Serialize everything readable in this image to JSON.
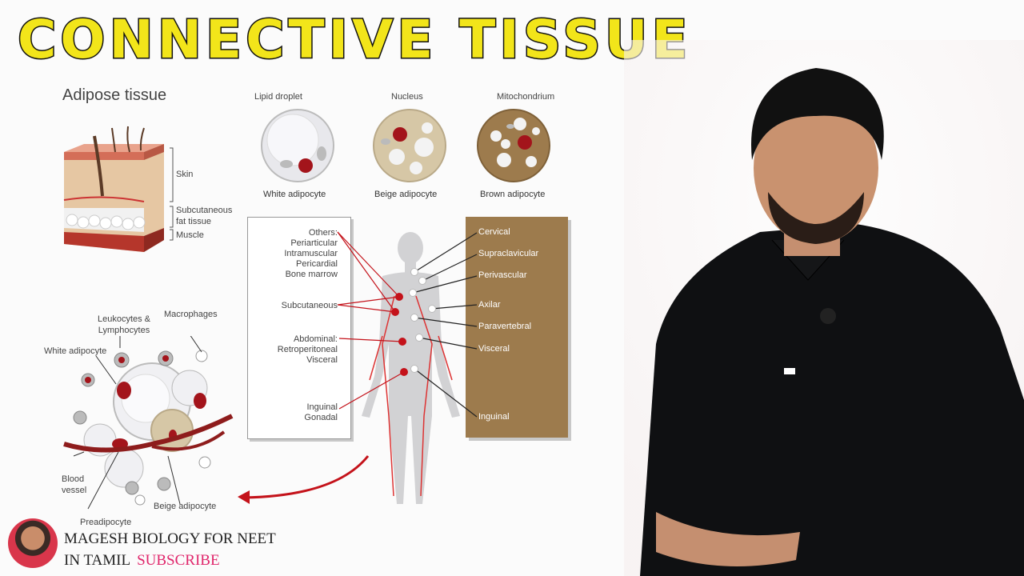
{
  "title": "CONNECTIVE TISSUE",
  "section_title": "Adipose tissue",
  "skin_labels": {
    "skin": "Skin",
    "subcutaneous": "Subcutaneous fat tissue",
    "muscle": "Muscle"
  },
  "cells": [
    {
      "top_label": "Lipid droplet",
      "name": "White adipocyte"
    },
    {
      "top_label": "Nucleus",
      "name": "Beige adipocyte"
    },
    {
      "top_label": "Mitochondrium",
      "name": "Brown adipocyte"
    }
  ],
  "left_box": {
    "others": [
      "Others:",
      "Periarticular",
      "Intramuscular",
      "Pericardial",
      "Bone marrow"
    ],
    "subcutaneous": "Subcutaneous",
    "abdominal": [
      "Abdominal:",
      "Retroperitoneal",
      "Visceral"
    ],
    "inguinal": [
      "Inguinal",
      "Gonadal"
    ]
  },
  "right_box": [
    "Cervical",
    "Supraclavicular",
    "Perivascular",
    "Axilar",
    "Paravertebral",
    "Visceral",
    "Inguinal"
  ],
  "tissue_labels": {
    "leukocytes": "Leukocytes & Lymphocytes",
    "macrophages": "Macrophages",
    "white": "White adipocyte",
    "blood_vessel": "Blood vessel",
    "preadipocyte": "Preadipocyte",
    "beige": "Beige adipocyte"
  },
  "channel": {
    "line1": "MAGESH BIOLOGY FOR NEET",
    "line2": "IN TAMIL",
    "subscribe": "SUBSCRIBE"
  },
  "colors": {
    "title_fill": "#f2e51a",
    "brown_box": "#9d7b4d",
    "red_dot": "#c4121a",
    "subscribe": "#e0266b"
  }
}
